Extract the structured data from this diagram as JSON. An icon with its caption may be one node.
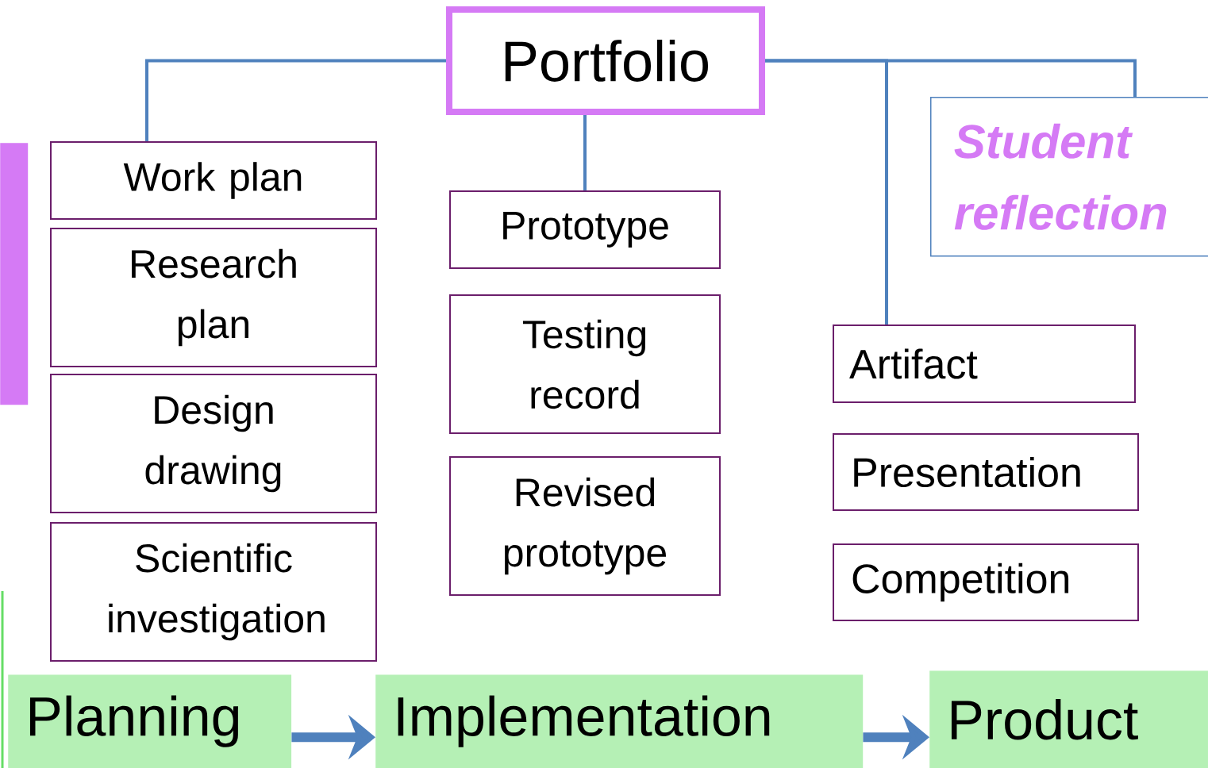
{
  "diagram": {
    "nodes": [
      {
        "text": [
          "Portfolio"
        ]
      },
      {
        "text": [
          "Work plan"
        ]
      },
      {
        "text": [
          "Research plan"
        ]
      },
      {
        "text": [
          "Design drawing"
        ]
      },
      {
        "text": [
          "Scientific investigation"
        ]
      },
      {
        "text": [
          "Prototype"
        ]
      },
      {
        "text": [
          "Testing record"
        ]
      },
      {
        "text": [
          "Revised prototype"
        ]
      },
      {
        "text": [
          "Student reflection"
        ]
      },
      {
        "text": [
          "Artifact"
        ]
      },
      {
        "text": [
          "Presentation"
        ]
      },
      {
        "text": [
          "Competition"
        ]
      },
      {
        "text": [
          "Planning"
        ]
      },
      {
        "text": [
          "Implementation"
        ]
      },
      {
        "text": [
          "Product"
        ]
      },
      {
        "text": [],
        "shape": "bar"
      }
    ],
    "edges": [
      {
        "from": 0,
        "to": 1,
        "arrow": "none"
      },
      {
        "from": 0,
        "to": 5,
        "arrow": "none"
      },
      {
        "from": 0,
        "to": 9,
        "arrow": "none"
      },
      {
        "from": 0,
        "to": 8,
        "arrow": "none"
      },
      {
        "from": 12,
        "to": 13,
        "arrow": "to",
        "style": "thick"
      },
      {
        "from": 13,
        "to": 14,
        "arrow": "to",
        "style": "thick"
      }
    ]
  }
}
